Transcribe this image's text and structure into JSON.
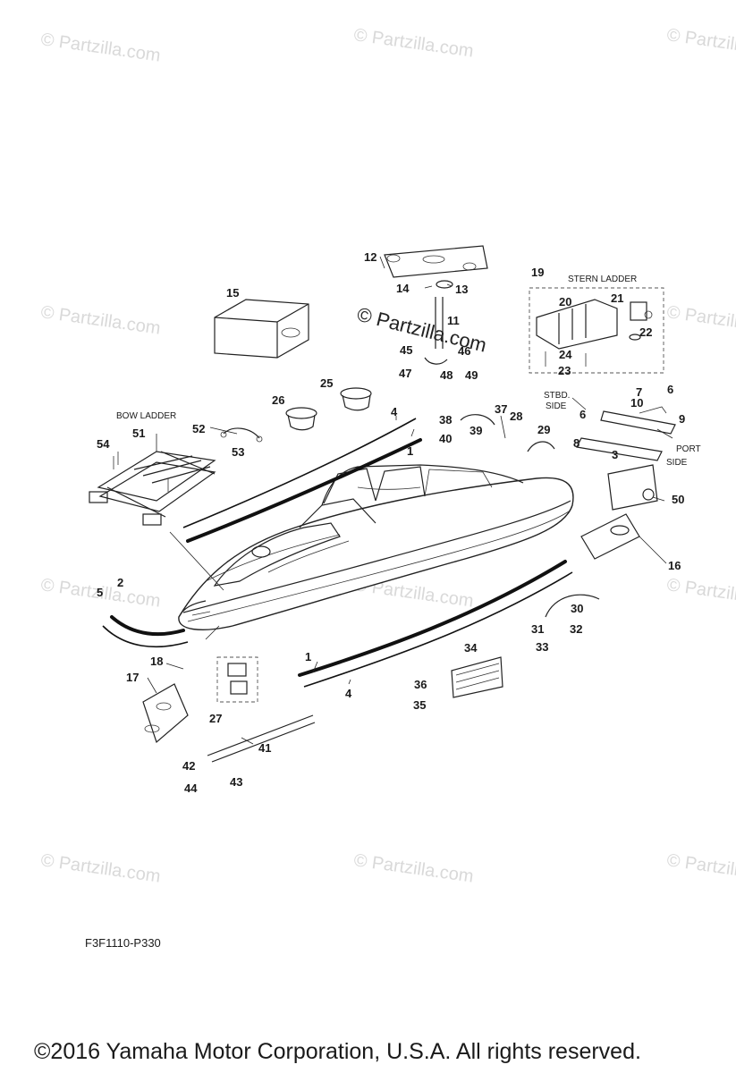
{
  "watermark_text": "© Partzilla.com",
  "center_watermark_text": "© Partzilla.com",
  "diagram_code": "F3F1110-P330",
  "copyright": "©2016  Yamaha Motor Corporation, U.S.A. All rights reserved.",
  "labels": {
    "bow_ladder": "BOW LADDER",
    "stern_ladder": "STERN LADDER",
    "stbd_side_1": "STBD.",
    "stbd_side_2": "SIDE",
    "port_side_1": "PORT",
    "port_side_2": "SIDE"
  },
  "callouts": [
    "1",
    "1",
    "2",
    "3",
    "4",
    "4",
    "5",
    "6",
    "6",
    "7",
    "8",
    "9",
    "10",
    "11",
    "12",
    "13",
    "14",
    "15",
    "16",
    "17",
    "18",
    "19",
    "20",
    "21",
    "22",
    "23",
    "24",
    "25",
    "26",
    "27",
    "28",
    "29",
    "30",
    "31",
    "32",
    "33",
    "34",
    "35",
    "36",
    "37",
    "38",
    "39",
    "40",
    "41",
    "42",
    "43",
    "44",
    "45",
    "46",
    "47",
    "48",
    "49",
    "50",
    "51",
    "52",
    "53",
    "54"
  ],
  "colors": {
    "line": "#222222",
    "watermark": "#d9d9d9",
    "background": "#ffffff"
  }
}
